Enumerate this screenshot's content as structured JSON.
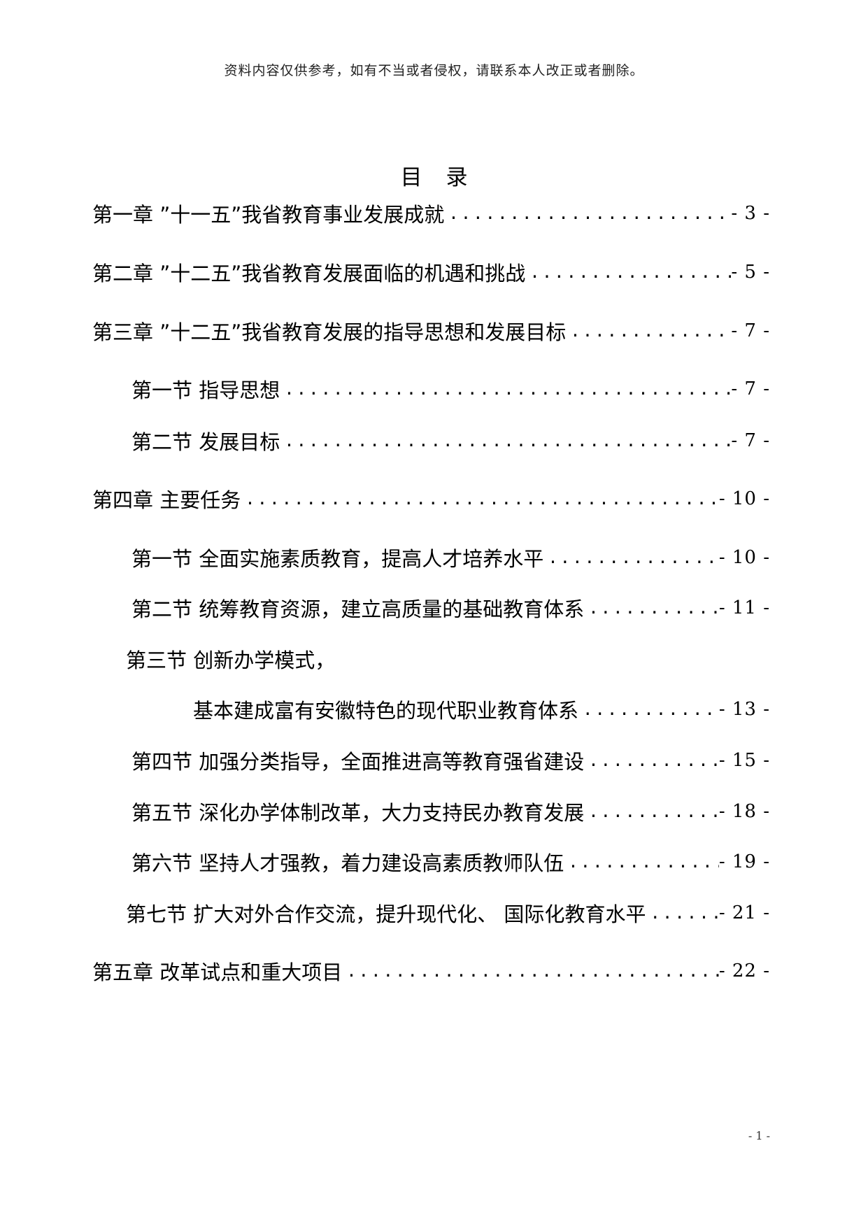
{
  "header_note": "资料内容仅供参考，如有不当或者侵权，请联系本人改正或者删除。",
  "toc_title": "目录",
  "entries": [
    {
      "label": "第一章 ”十一五”我省教育事业发展成就",
      "page": "- 3 -"
    },
    {
      "label": "第二章 ”十二五”我省教育发展面临的机遇和挑战",
      "page": "- 5 -"
    },
    {
      "label": "第三章 ”十二五”我省教育发展的指导思想和发展目标",
      "page": "- 7 -"
    },
    {
      "label": "第一节 指导思想",
      "page": "- 7 -"
    },
    {
      "label": "第二节 发展目标",
      "page": "- 7 -"
    },
    {
      "label": "第四章 主要任务",
      "page": "- 10 -"
    },
    {
      "label": "第一节 全面实施素质教育，提高人才培养水平",
      "page": "- 10 -"
    },
    {
      "label": "第二节 统筹教育资源，建立高质量的基础教育体系",
      "page": "- 11 -"
    },
    {
      "label": "基本建成富有安徽特色的现代职业教育体系",
      "page": "- 13 -"
    },
    {
      "label": "第四节 加强分类指导，全面推进高等教育强省建设",
      "page": "- 15 -"
    },
    {
      "label": "第五节 深化办学体制改革，大力支持民办教育发展",
      "page": "- 18 -"
    },
    {
      "label": "第六节 坚持人才强教，着力建设高素质教师队伍",
      "page": "- 19 -"
    },
    {
      "label": "第七节 扩大对外合作交流，提升现代化、 国际化教育水平",
      "page": "- 21 -"
    },
    {
      "label": "第五章 改革试点和重大项目",
      "page": "- 22 -"
    }
  ],
  "continued_label": "第三节 创新办学模式，",
  "page_number": "- 1 -"
}
